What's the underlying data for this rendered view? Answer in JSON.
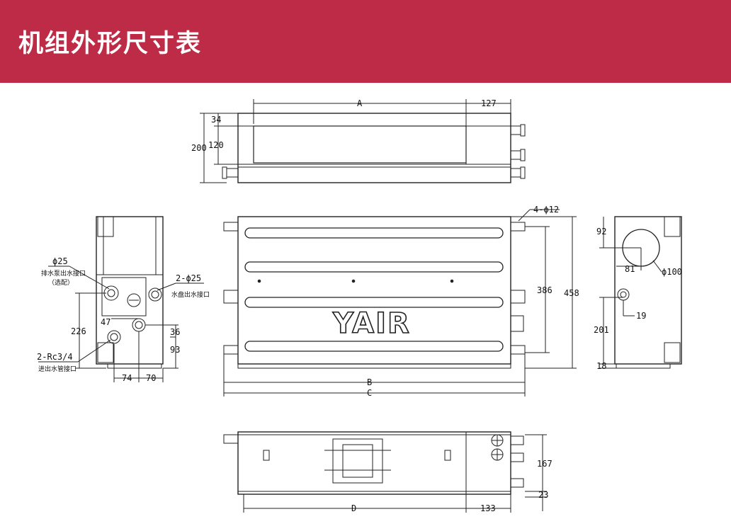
{
  "header": {
    "title": "机组外形尺寸表"
  },
  "colors": {
    "header_bg": "#be2b46",
    "header_text": "#ffffff",
    "line": "#222222"
  },
  "top_view": {
    "dim_A": "A",
    "dim_127": "127",
    "dim_34": "34",
    "dim_200": "200",
    "dim_120": "120"
  },
  "left_view": {
    "phi25": "ϕ25",
    "drain_label": "排水泵出水接口",
    "optional_label": "（选配）",
    "phi25x2": "2-ϕ25",
    "tray_label": "水盘出水接口",
    "dim_47": "47",
    "dim_226": "226",
    "dim_36": "36",
    "dim_93": "93",
    "rc_label": "2-Rc3/4",
    "inout_label": "进出水管接口",
    "dim_74": "74",
    "dim_70": "70"
  },
  "front_view": {
    "holes": "4-ϕ12",
    "dim_386": "386",
    "dim_458": "458",
    "dim_B": "B",
    "dim_C": "C",
    "logo": "YAIR"
  },
  "right_view": {
    "dim_92": "92",
    "dim_81": "81",
    "phi100": "ϕ100",
    "dim_19": "19",
    "dim_201": "201",
    "dim_18": "18"
  },
  "bottom_view": {
    "dim_167": "167",
    "dim_23": "23",
    "dim_D": "D",
    "dim_133": "133"
  }
}
